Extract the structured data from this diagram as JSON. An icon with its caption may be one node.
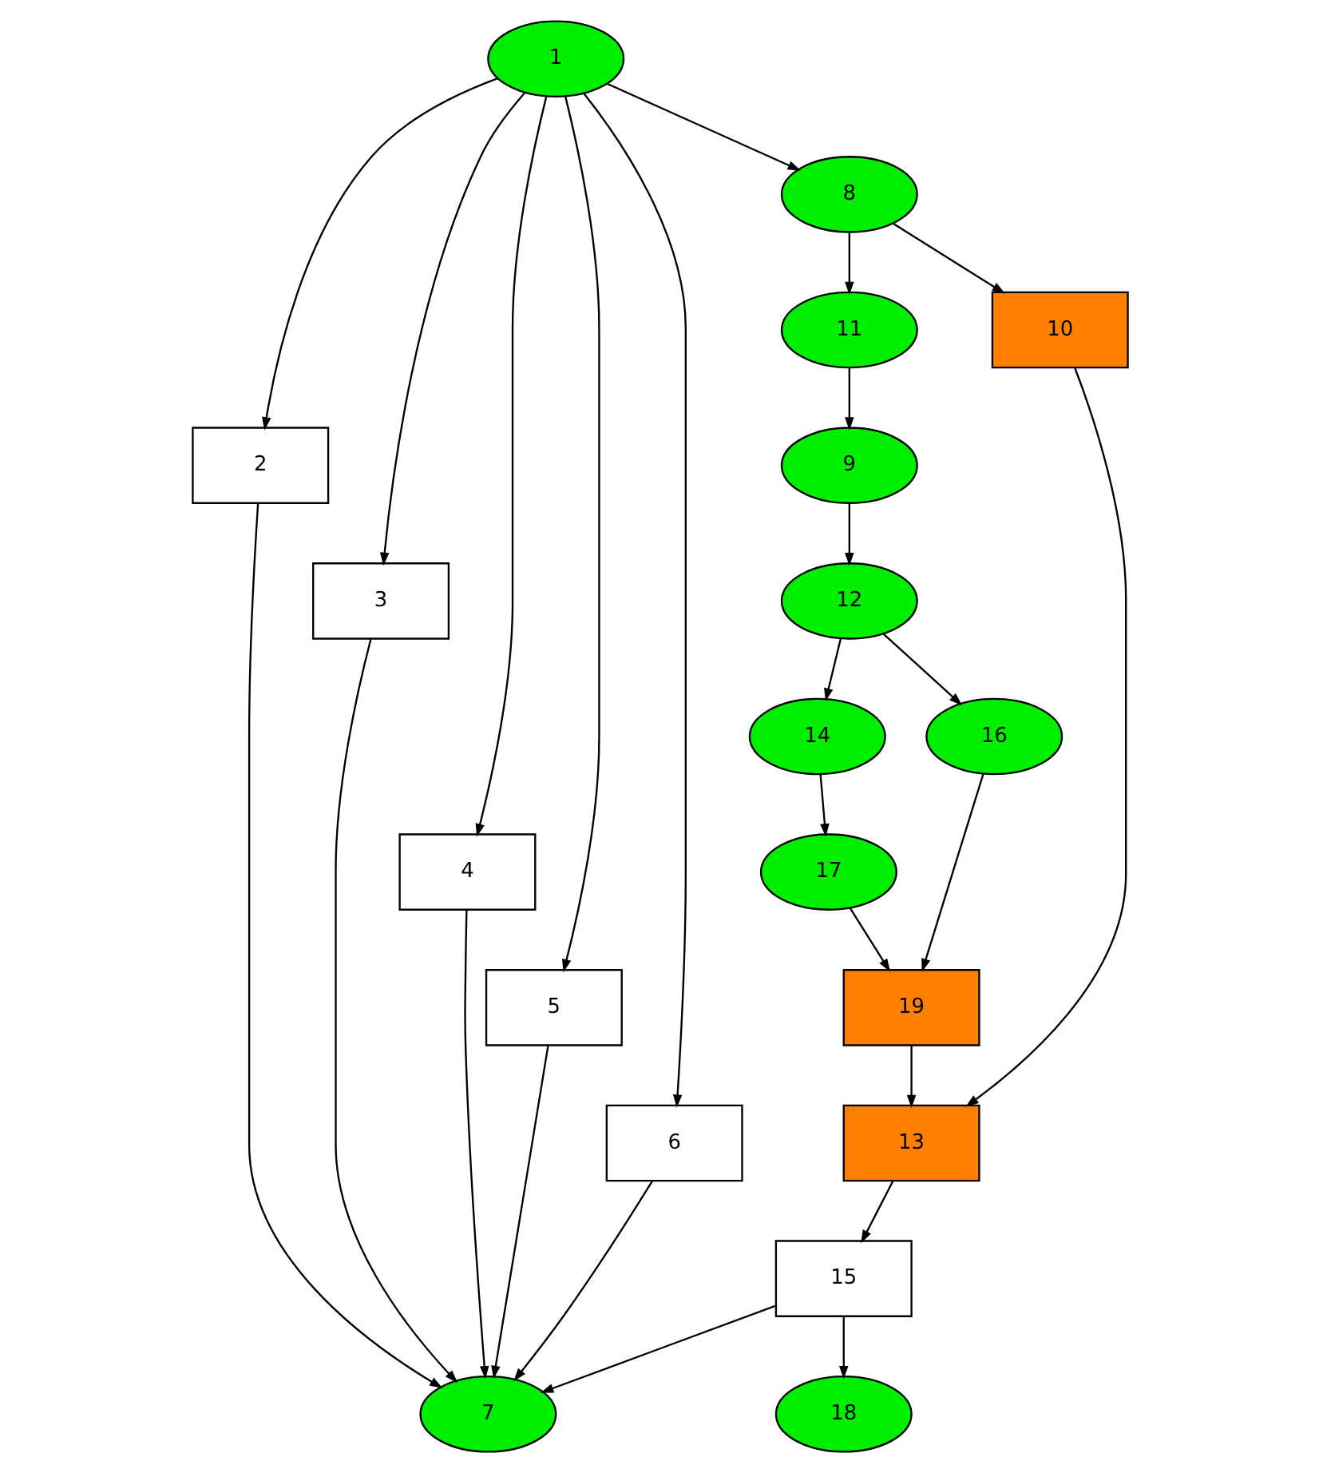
{
  "diagram": {
    "nodes": [
      {
        "text": [
          "1"
        ]
      },
      {
        "text": [
          "2"
        ]
      },
      {
        "text": [
          "3"
        ]
      },
      {
        "text": [
          "4"
        ]
      },
      {
        "text": [
          "5"
        ]
      },
      {
        "text": [
          "6"
        ]
      },
      {
        "text": [
          "8"
        ]
      },
      {
        "text": [
          "11"
        ]
      },
      {
        "text": [
          "10"
        ]
      },
      {
        "text": [
          "9"
        ]
      },
      {
        "text": [
          "12"
        ]
      },
      {
        "text": [
          "14"
        ]
      },
      {
        "text": [
          "16"
        ]
      },
      {
        "text": [
          "17"
        ]
      },
      {
        "text": [
          "19"
        ]
      },
      {
        "text": [
          "13"
        ]
      },
      {
        "text": [
          "15"
        ]
      },
      {
        "text": [
          "7"
        ]
      },
      {
        "text": [
          "18"
        ]
      }
    ],
    "edges": [
      {
        "from": 0,
        "to": 1,
        "arrow": "to"
      },
      {
        "from": 0,
        "to": 2,
        "arrow": "to"
      },
      {
        "from": 0,
        "to": 3,
        "arrow": "to"
      },
      {
        "from": 0,
        "to": 4,
        "arrow": "to"
      },
      {
        "from": 0,
        "to": 5,
        "arrow": "to"
      },
      {
        "from": 0,
        "to": 6,
        "arrow": "to"
      },
      {
        "from": 6,
        "to": 7,
        "arrow": "to"
      },
      {
        "from": 6,
        "to": 8,
        "arrow": "to"
      },
      {
        "from": 7,
        "to": 9,
        "arrow": "to"
      },
      {
        "from": 9,
        "to": 10,
        "arrow": "to"
      },
      {
        "from": 10,
        "to": 11,
        "arrow": "to"
      },
      {
        "from": 10,
        "to": 12,
        "arrow": "to"
      },
      {
        "from": 11,
        "to": 13,
        "arrow": "to"
      },
      {
        "from": 13,
        "to": 14,
        "arrow": "to"
      },
      {
        "from": 12,
        "to": 14,
        "arrow": "to"
      },
      {
        "from": 14,
        "to": 15,
        "arrow": "to"
      },
      {
        "from": 8,
        "to": 15,
        "arrow": "to"
      },
      {
        "from": 15,
        "to": 16,
        "arrow": "to"
      },
      {
        "from": 1,
        "to": 17,
        "arrow": "to"
      },
      {
        "from": 2,
        "to": 17,
        "arrow": "to"
      },
      {
        "from": 3,
        "to": 17,
        "arrow": "to"
      },
      {
        "from": 4,
        "to": 17,
        "arrow": "to"
      },
      {
        "from": 5,
        "to": 17,
        "arrow": "to"
      },
      {
        "from": 16,
        "to": 17,
        "arrow": "to"
      },
      {
        "from": 16,
        "to": 18,
        "arrow": "to"
      }
    ]
  }
}
